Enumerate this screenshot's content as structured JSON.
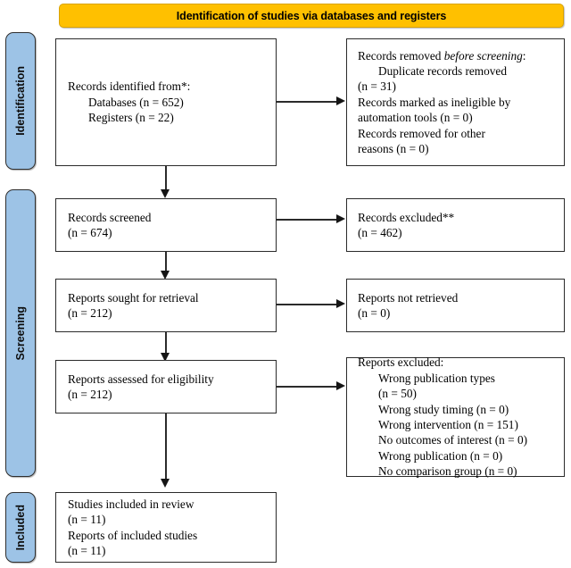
{
  "banner": {
    "title": "Identification of studies via databases and registers",
    "color": "#FFC000"
  },
  "stages": [
    {
      "name": "identification",
      "label": "Identification",
      "color": "#9DC3E6"
    },
    {
      "name": "screening",
      "label": "Screening",
      "color": "#9DC3E6"
    },
    {
      "name": "included",
      "label": "Included",
      "color": "#9DC3E6"
    }
  ],
  "boxes": {
    "records_identified": {
      "lines": [
        "Records identified from*:",
        "Databases (n = 652)",
        "Registers (n = 22)"
      ]
    },
    "records_removed": {
      "line1_a": "Records removed ",
      "line1_b": "before screening",
      "line1_c": ":",
      "lines": [
        "Duplicate records removed",
        "(n = 31)",
        "Records marked as ineligible by",
        "automation tools (n = 0)",
        "Records removed for other",
        "reasons (n = 0)"
      ]
    },
    "records_screened": {
      "lines": [
        "Records screened",
        "(n = 674)"
      ]
    },
    "records_excluded": {
      "lines": [
        "Records excluded**",
        "(n = 462)"
      ]
    },
    "reports_sought": {
      "lines": [
        "Reports sought for retrieval",
        "(n = 212)"
      ]
    },
    "reports_not_retrieved": {
      "lines": [
        "Reports not retrieved",
        "(n = 0)"
      ]
    },
    "reports_assessed": {
      "lines": [
        "Reports assessed for eligibility",
        "(n = 212)"
      ]
    },
    "reports_excluded": {
      "header": "Reports excluded:",
      "reasons": [
        "Wrong publication types",
        "(n = 50)",
        "Wrong study timing (n = 0)",
        "Wrong intervention (n = 151)",
        "No outcomes of interest (n = 0)",
        "Wrong publication (n = 0)",
        "No comparison group (n = 0)"
      ]
    },
    "studies_included": {
      "lines": [
        "Studies included in review",
        "(n = 11)",
        "Reports of included studies",
        "(n = 11)"
      ]
    }
  }
}
